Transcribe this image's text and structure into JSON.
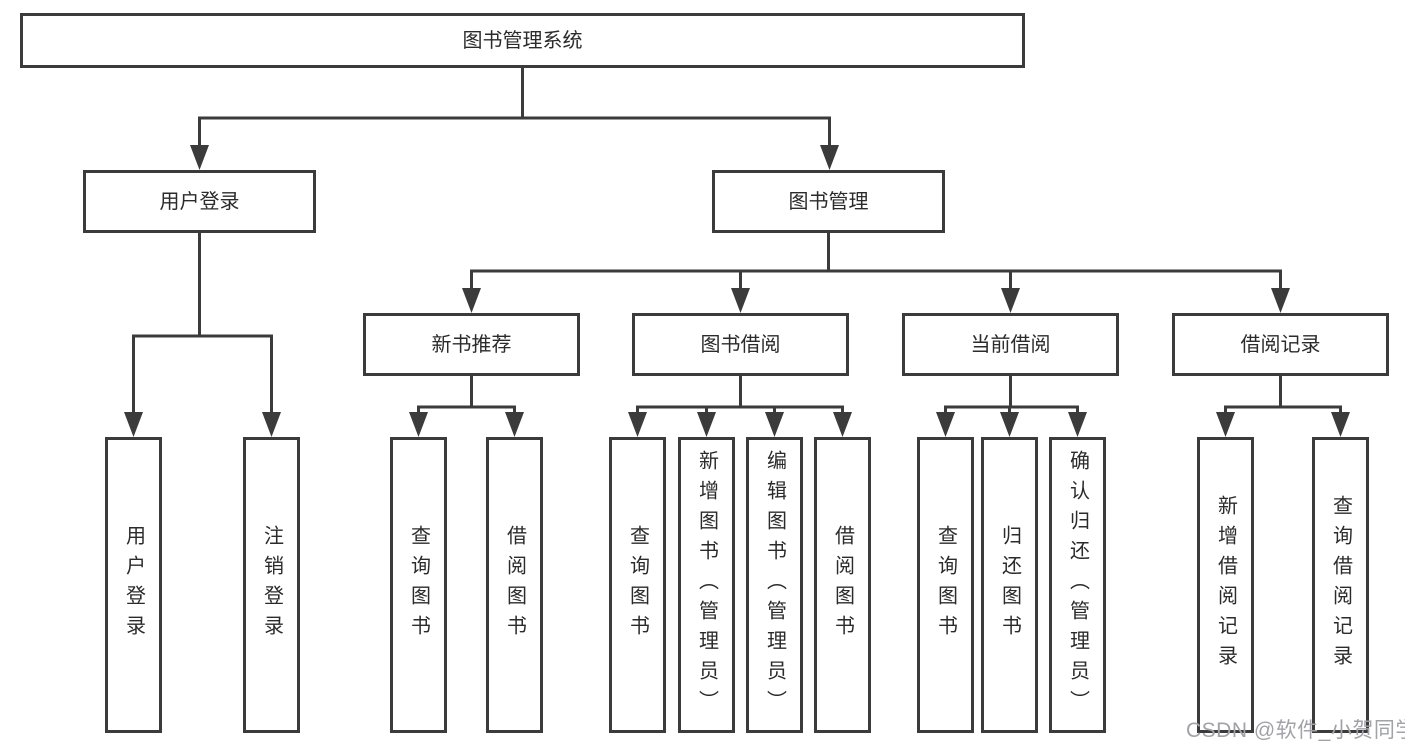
{
  "diagram": {
    "type": "hierarchy-diagram",
    "title": "图书管理系统",
    "colors": {
      "line": "#3b3b3b",
      "node_border": "#3b3b3b",
      "node_background": "#ffffff",
      "text": "#2b2b2b",
      "background": "#ffffff",
      "watermark": "#a2a2aa"
    },
    "nodes": {
      "root": {
        "label": "图书管理系统"
      },
      "level2": [
        {
          "label": "用户登录"
        },
        {
          "label": "图书管理"
        }
      ],
      "level3": [
        {
          "label": "新书推荐"
        },
        {
          "label": "图书借阅"
        },
        {
          "label": "当前借阅"
        },
        {
          "label": "借阅记录"
        }
      ],
      "leaves": {
        "user_login": [
          "用户登录",
          "注销登录"
        ],
        "new_book_recommend": [
          "查询图书",
          "借阅图书"
        ],
        "book_borrow": [
          "查询图书",
          "新增图书（管理员）",
          "编辑图书（管理员）",
          "借阅图书"
        ],
        "current_borrow": [
          "查询图书",
          "归还图书",
          "确认归还（管理员）"
        ],
        "borrow_records": [
          "新增借阅记录",
          "查询借阅记录"
        ]
      }
    },
    "watermark": "CSDN @软件_小贺同学"
  }
}
